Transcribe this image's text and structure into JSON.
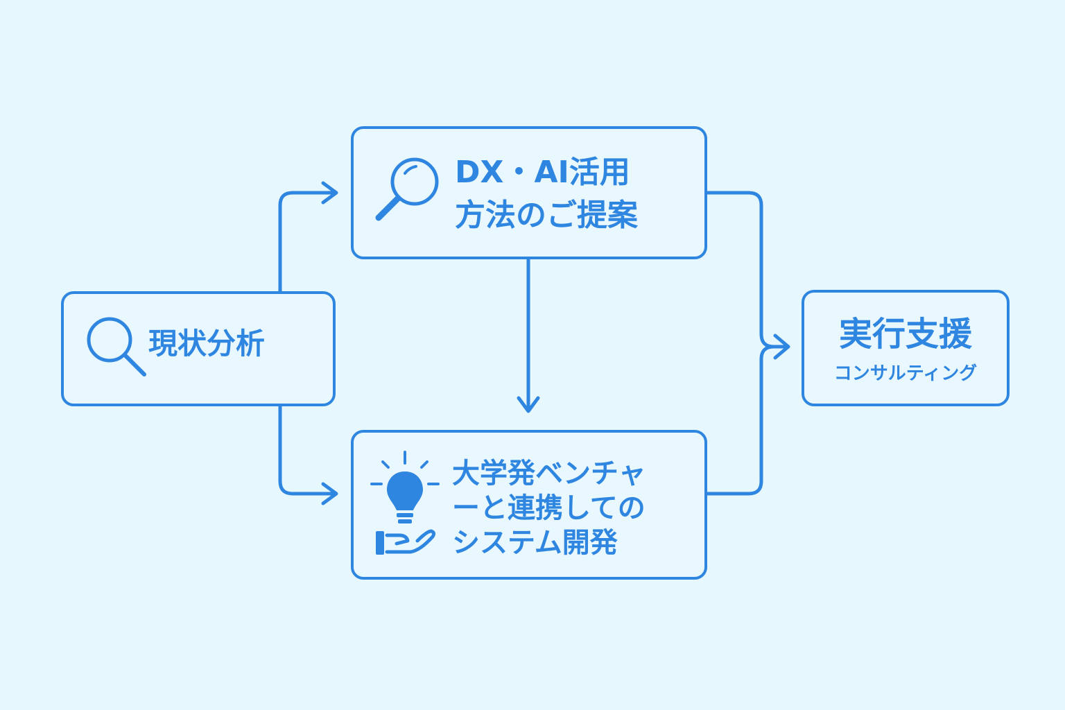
{
  "colors": {
    "background": "#e6f7fd",
    "accent": "#2f86e0"
  },
  "nodes": {
    "analysis": {
      "label": "現状分析",
      "icon": "magnifier-icon"
    },
    "proposal": {
      "lines": [
        "DX・AI活用",
        "方法のご提案"
      ],
      "icon": "magnifier-icon"
    },
    "venture": {
      "lines": [
        "大学発ベンチャ",
        "ーと連携しての",
        "システム開発"
      ],
      "icon": "lightbulb-hand-icon"
    },
    "execution": {
      "title": "実行支援",
      "subtitle": "コンサルティング"
    }
  }
}
